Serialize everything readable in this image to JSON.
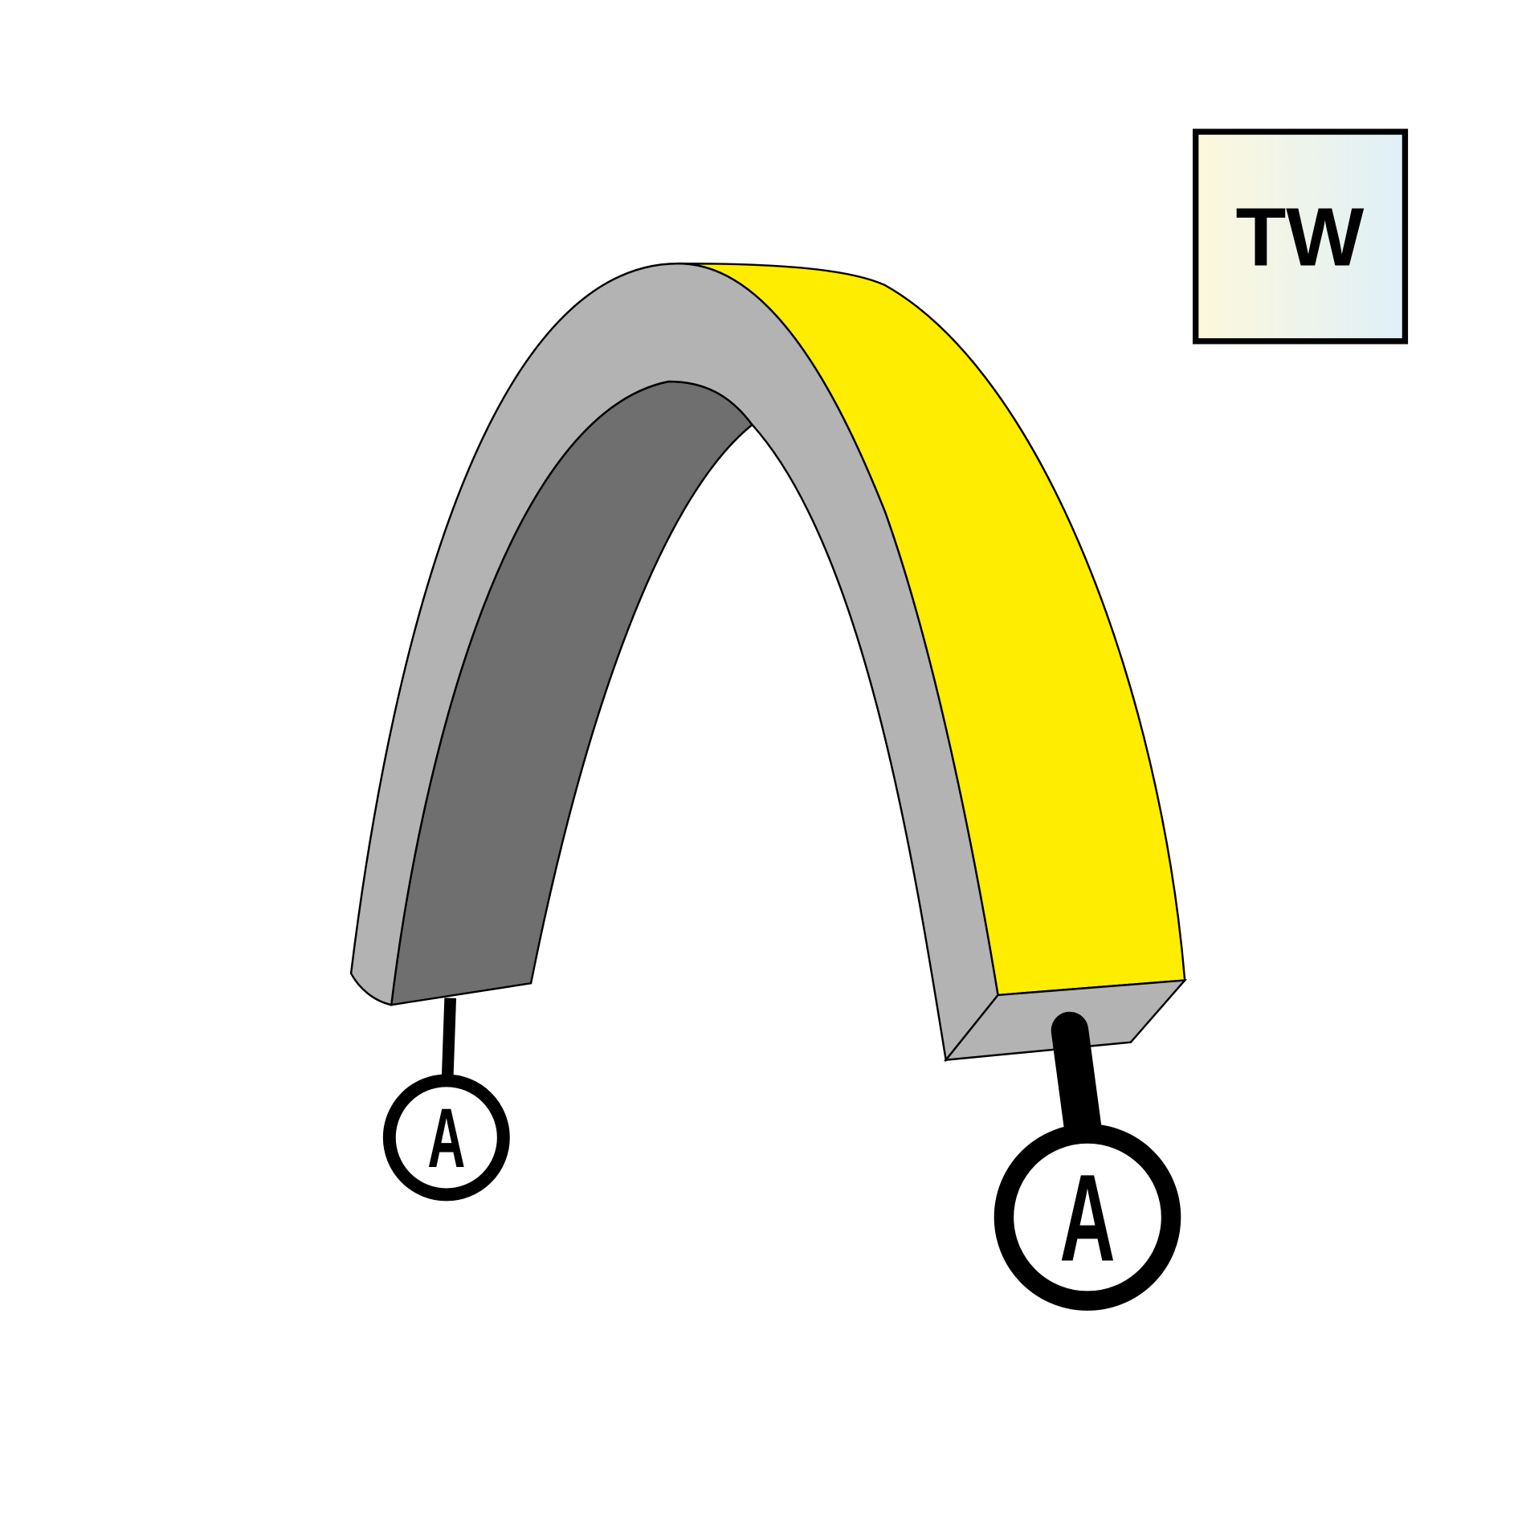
{
  "badge": {
    "text": "TW",
    "gradient_start": "#fdf8dc",
    "gradient_end": "#dff0f8"
  },
  "markers": {
    "left": "A",
    "right": "A"
  },
  "colors": {
    "side": "#b3b3b3",
    "inner": "#6f6f6f",
    "emitting": "#ffed00",
    "outline": "#000000"
  }
}
